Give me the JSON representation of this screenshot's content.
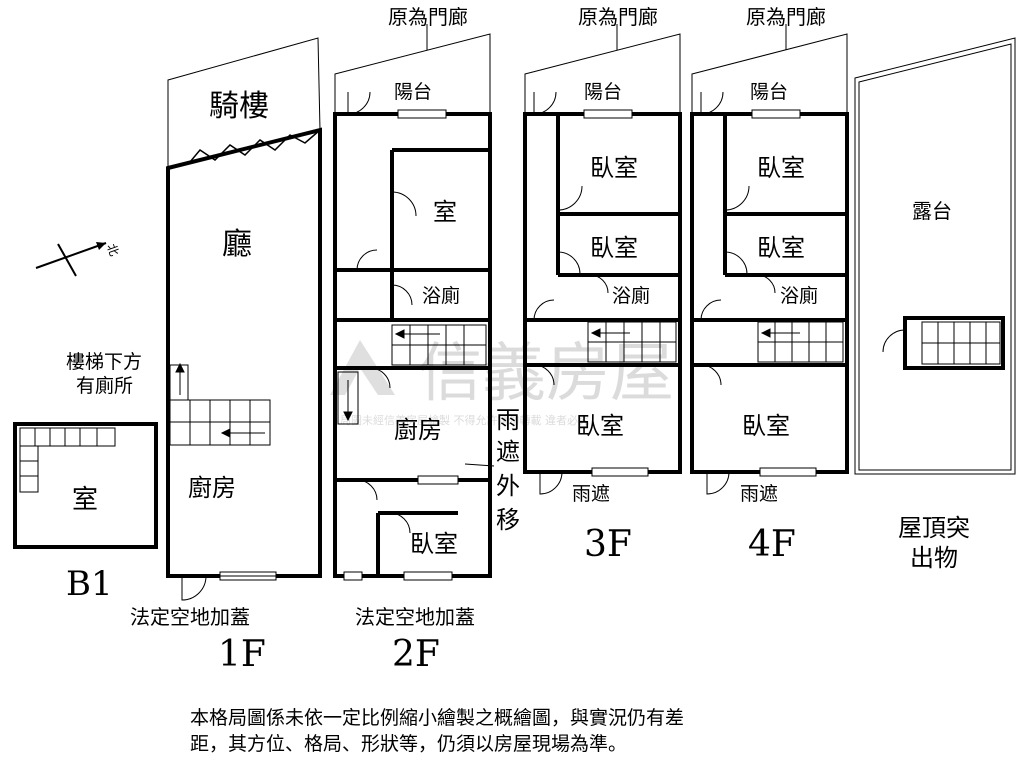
{
  "watermark": {
    "brand": "信義房屋",
    "subtext": "局圖未經信義房屋繪製 不得允許請勿轉載 違者必究"
  },
  "north": "北",
  "floors": {
    "b1": {
      "name": "B1",
      "room": "室"
    },
    "f1": {
      "name": "1F",
      "arcade": "騎樓",
      "hall": "廳",
      "kitchen": "廚房",
      "stair_note_1": "樓梯下方",
      "stair_note_2": "有廁所",
      "legal_space": "法定空地加蓋"
    },
    "f2": {
      "name": "2F",
      "porch_note": "原為門廊",
      "balcony": "陽台",
      "room": "室",
      "bathroom": "浴廁",
      "kitchen": "廚房",
      "bedroom": "臥室",
      "awning_1": "雨",
      "awning_2": "遮",
      "awning_3": "外",
      "awning_4": "移",
      "legal_space": "法定空地加蓋"
    },
    "f3": {
      "name": "3F",
      "porch_note": "原為門廊",
      "balcony": "陽台",
      "bedroom_1": "臥室",
      "bedroom_2": "臥室",
      "bathroom": "浴廁",
      "bedroom_3": "臥室",
      "awning": "雨遮"
    },
    "f4": {
      "name": "4F",
      "porch_note": "原為門廊",
      "balcony": "陽台",
      "bedroom_1": "臥室",
      "bedroom_2": "臥室",
      "bathroom": "浴廁",
      "bedroom_3": "臥室",
      "awning": "雨遮"
    },
    "roof": {
      "terrace": "露台",
      "name_1": "屋頂突",
      "name_2": "出物"
    }
  },
  "disclaimer": {
    "line_1": "本格局圖係未依一定比例縮小繪製之概繪圖，與實況仍有差",
    "line_2": "距，其方位、格局、形狀等，仍須以房屋現場為準。"
  }
}
